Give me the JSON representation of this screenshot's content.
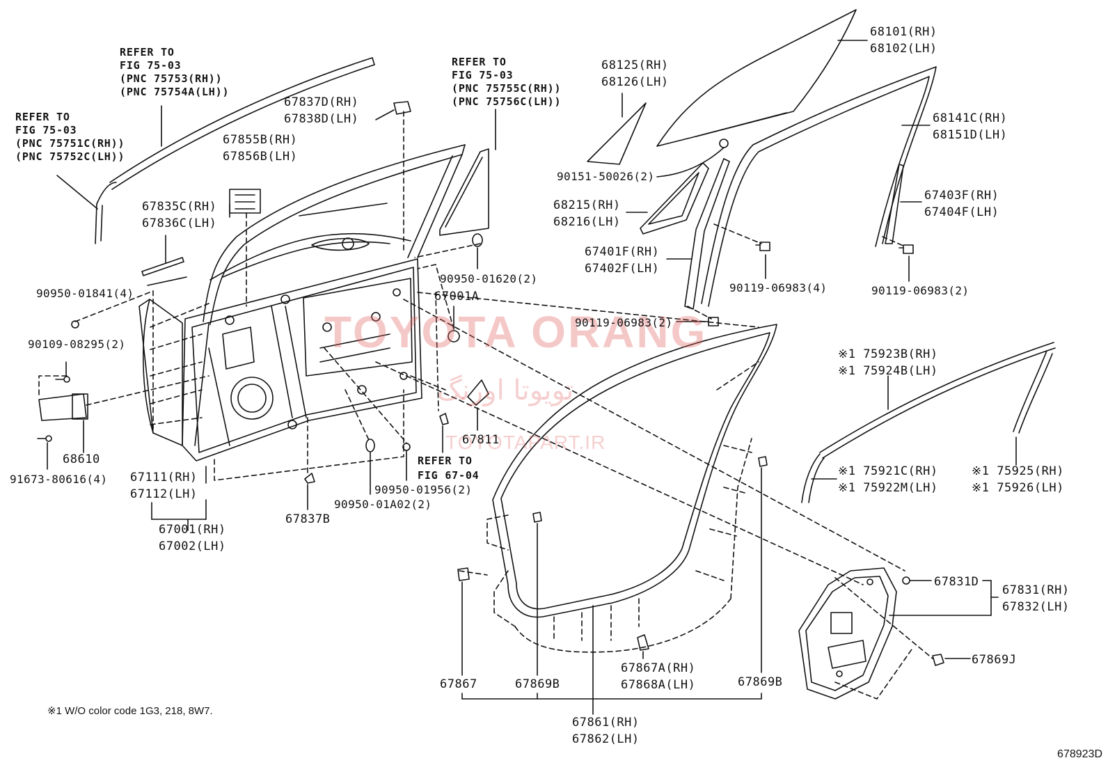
{
  "labels": {
    "refer_75753": "REFER TO\nFIG 75-03\n(PNC 75753(RH))\n(PNC 75754A(LH))",
    "refer_75751": "REFER TO\nFIG 75-03\n(PNC 75751C(RH))\n(PNC 75752C(LH))",
    "refer_75755": "REFER TO\nFIG 75-03\n(PNC 75755C(RH))\n(PNC 75756C(LH))",
    "p67837D": "67837D(RH)\n67838D(LH)",
    "p67855B": "67855B(RH)\n67856B(LH)",
    "p67835C": "67835C(RH)\n67836C(LH)",
    "p90950_01841": "90950-01841(4)",
    "p90109_08295": "90109-08295(2)",
    "p68610": "68610",
    "p91673_80616": "91673-80616(4)",
    "p67111": "67111(RH)\n67112(LH)",
    "p67001": "67001(RH)\n67002(LH)",
    "p67837B": "67837B",
    "p90950_01A02": "90950-01A02(2)",
    "p90950_01956": "90950-01956(2)",
    "refer_67_04": "REFER TO\nFIG 67-04",
    "p67811": "67811",
    "p67001A": "67001A",
    "p90950_01620": "90950-01620(2)",
    "p68125": "68125(RH)\n68126(LH)",
    "p68101": "68101(RH)\n68102(LH)",
    "p68141C": "68141C(RH)\n68151D(LH)",
    "p90151_50026": "90151-50026(2)",
    "p68215": "68215(RH)\n68216(LH)",
    "p67401F": "67401F(RH)\n67402F(LH)",
    "p90119_06983_4": "90119-06983(4)",
    "p67403F": "67403F(RH)\n67404F(LH)",
    "p90119_06983_2b": "90119-06983(2)",
    "p90119_06983_2a": "90119-06983(2)",
    "p75923B": "※1 75923B(RH)\n※1 75924B(LH)",
    "p75921C": "※1 75921C(RH)\n※1 75922M(LH)",
    "p75925": "※1 75925(RH)\n※1 75926(LH)",
    "p67831D": "67831D",
    "p67831": "67831(RH)\n67832(LH)",
    "p67869J": "67869J",
    "p67867": "67867",
    "p67869B_a": "67869B",
    "p67867A": "67867A(RH)\n67868A(LH)",
    "p67869B_b": "67869B",
    "p67861": "67861(RH)\n67862(LH)"
  },
  "footnote": "※1 W/O color code 1G3, 218, 8W7.",
  "figure_code": "678923D",
  "watermark": {
    "brand": "TOYOTA ORANG",
    "farsi": "تویوتا اورنگ",
    "site": "TOYOTAPART.IR"
  },
  "colors": {
    "line": "#111111",
    "watermark": "#e26060"
  }
}
